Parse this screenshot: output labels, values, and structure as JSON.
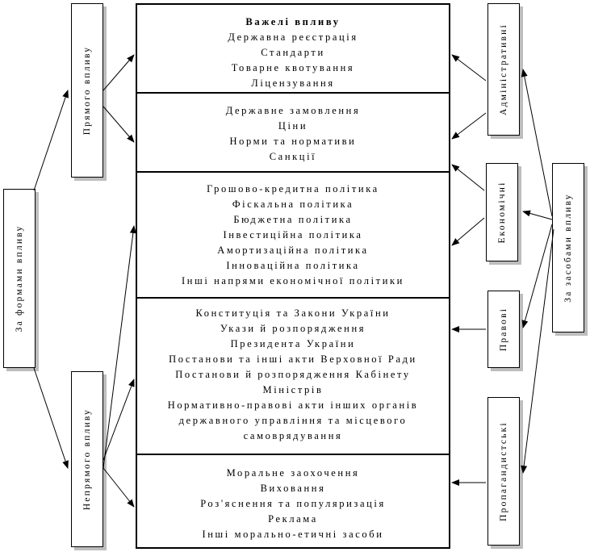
{
  "left": {
    "main_label": "За формами впливу",
    "direct_label": "Прямого впливу",
    "indirect_label": "Непрямого впливу"
  },
  "right": {
    "main_label": "За засобами впливу",
    "administrative_label": "Адміністративні",
    "economic_label": "Економічні",
    "legal_label": "Правові",
    "propaganda_label": "Пропагандистські"
  },
  "panels": [
    {
      "lines": [
        "Важелі впливу",
        "Державна реєстрація",
        "Стандарти",
        "Товарне квотування",
        "Ліцензування"
      ]
    },
    {
      "lines": [
        "Державне замовлення",
        "Ціни",
        "Норми та нормативи",
        "Санкції"
      ]
    },
    {
      "lines": [
        "Грошово-кредитна політика",
        "Фіскальна політика",
        "Бюджетна політика",
        "Інвестиційна політика",
        "Амортизаційна політика",
        "Інноваційна політика",
        "Інші напрями економічної політики"
      ]
    },
    {
      "lines": [
        "Конституція та Закони України",
        "Укази й розпорядження",
        "Президента України",
        "Постанови та інші акти Верховної Ради",
        "Постанови й розпорядження Кабінету",
        "Міністрів",
        "Нормативно-правові акти інших органів",
        "державного управління та місцевого",
        "самоврядування"
      ]
    },
    {
      "lines": [
        "Моральне заохочення",
        "Виховання",
        "Роз'яснення та популяризація",
        "Реклама",
        "Інші морально-етичні засоби"
      ]
    }
  ]
}
